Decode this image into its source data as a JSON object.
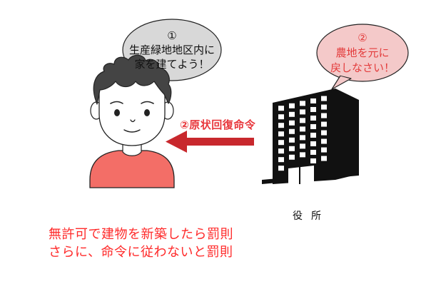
{
  "colors": {
    "accent_red": "#e8383d",
    "caption_red": "#ff2a2a",
    "bubble_gray": "#d8d8d8",
    "bubble_pink": "#f4c9c9",
    "shirt": "#f36e67",
    "skin": "#ffffff",
    "outline": "#222222",
    "building": "#111111"
  },
  "icons": {
    "person": "person-illustration",
    "building": "office-building-icon",
    "arrow": "left-arrow-icon"
  },
  "person_bubble": {
    "number": "①",
    "line1": "生産緑地地区内に",
    "line2": "家を建てよう！"
  },
  "office_bubble": {
    "number": "②",
    "line1": "農地を元に",
    "line2": "戻しなさい！"
  },
  "order_label": "②原状回復命令",
  "office_label": "役所",
  "caption": {
    "line1": "無許可で建物を新築したら罰則",
    "line2": "さらに、命令に従わないと罰則"
  }
}
